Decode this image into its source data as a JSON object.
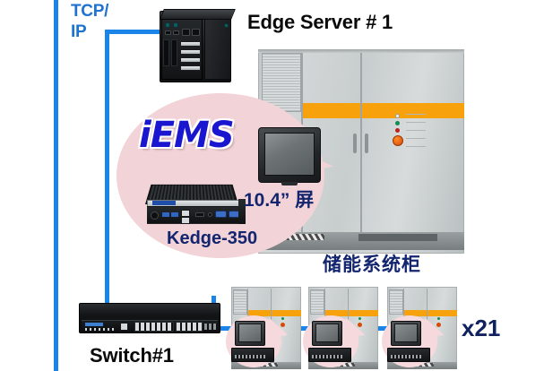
{
  "diagram": {
    "title": "iEMS Edge Network Topology",
    "labels": {
      "tcp_line1": "TCP/",
      "tcp_line2": "IP",
      "edge_server": "Edge Server # 1",
      "switch": "Switch#1",
      "iems_logo": "iEMS",
      "panel_size": "10.4” 屏",
      "kedge_model": "Kedge-350",
      "cabinet_cn": "储能系统柜",
      "multiplier": "x21"
    },
    "colors": {
      "link_blue": "#1b84e8",
      "tcp_text": "#1e72d0",
      "navy_text": "#12256e",
      "callout_pink": "#f2d3d7",
      "cabinet_orange": "#f7a10d",
      "logo_blue": "#1a16cf",
      "black_text": "#0a0a0a"
    },
    "nodes": [
      {
        "name": "tcp-ip-backbone",
        "kind": "network-bus"
      },
      {
        "name": "edge-server-1",
        "kind": "box-pc"
      },
      {
        "name": "switch-1",
        "kind": "ethernet-switch"
      },
      {
        "name": "kedge-350",
        "kind": "fanless-edge-pc"
      },
      {
        "name": "panel-monitor",
        "kind": "industrial-display"
      },
      {
        "name": "ess-cabinet-main",
        "kind": "energy-storage-cabinet"
      },
      {
        "name": "ess-cabinet-1",
        "kind": "energy-storage-cabinet"
      },
      {
        "name": "ess-cabinet-2",
        "kind": "energy-storage-cabinet"
      },
      {
        "name": "ess-cabinet-3",
        "kind": "energy-storage-cabinet"
      }
    ]
  }
}
